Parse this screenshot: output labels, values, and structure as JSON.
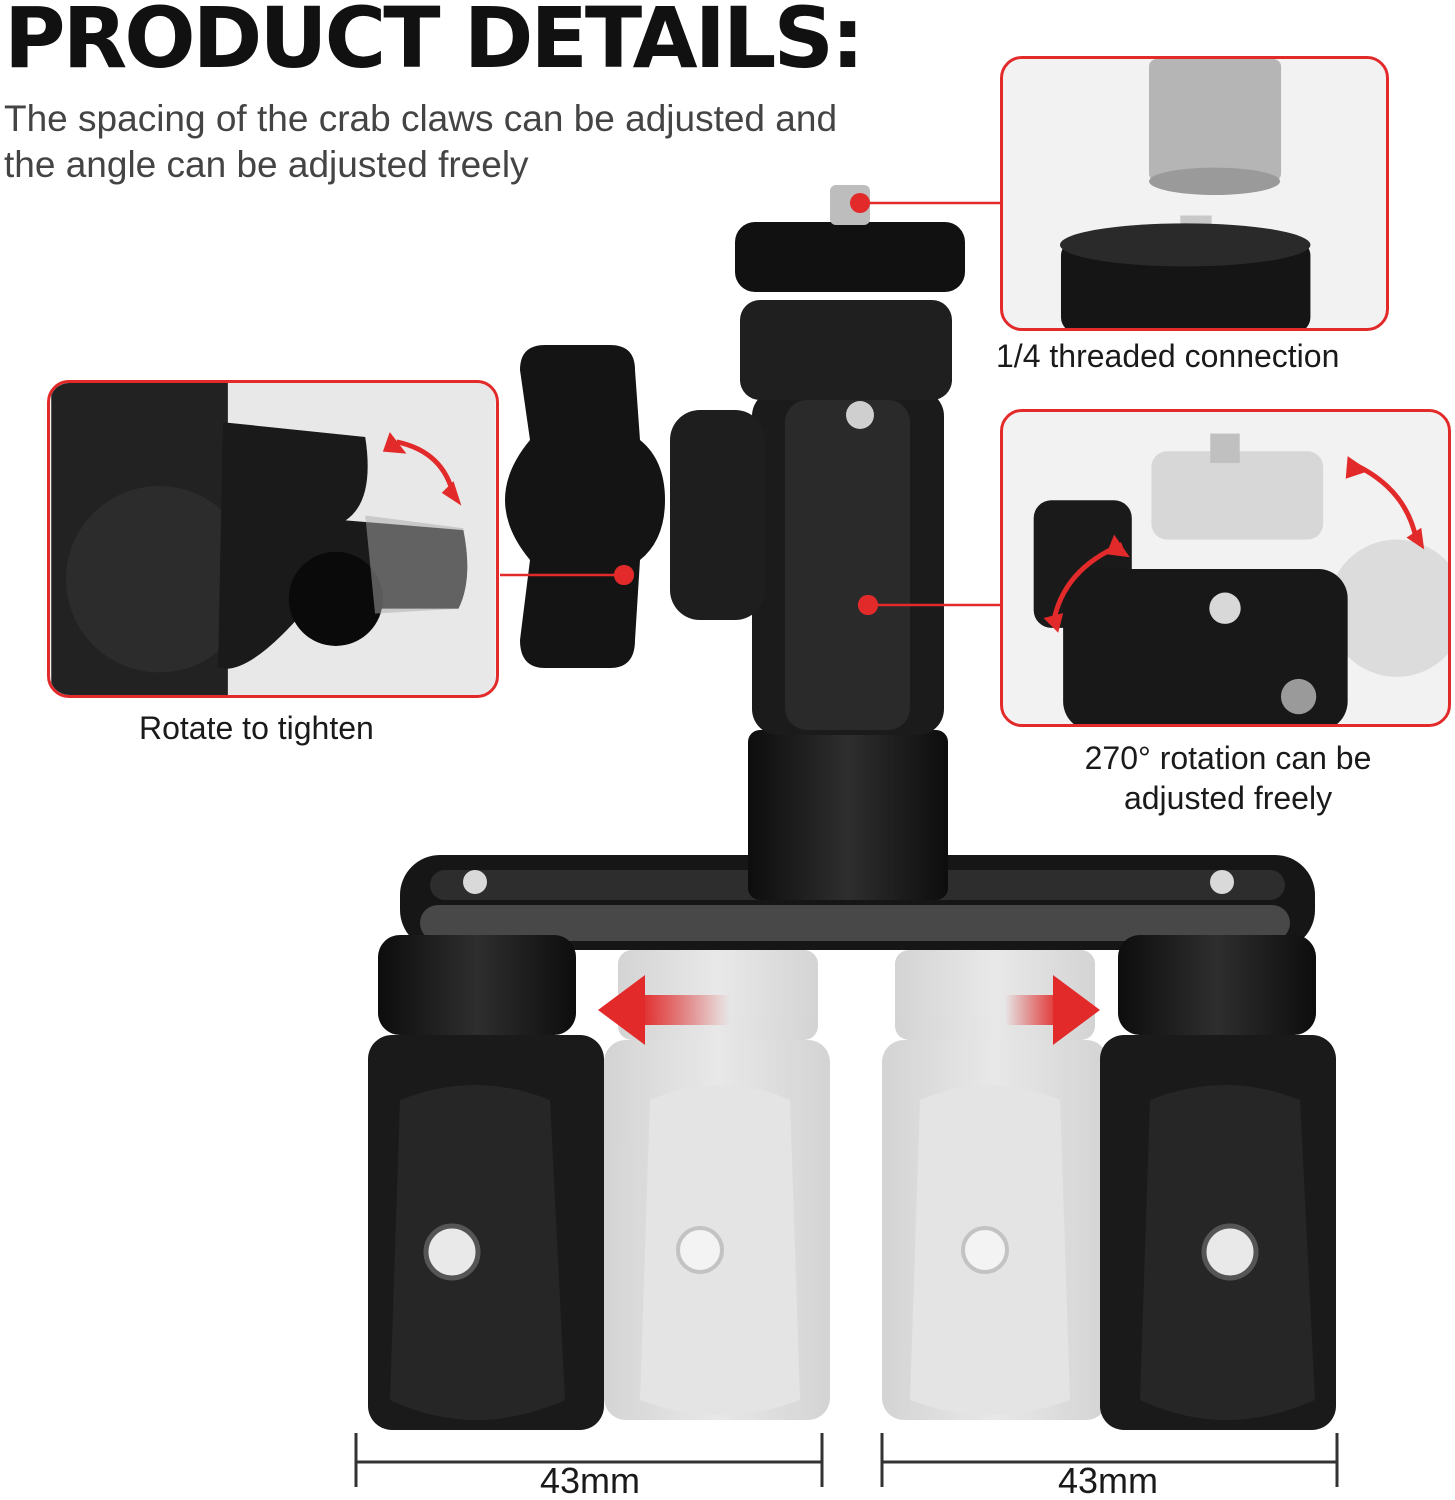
{
  "heading": {
    "title": "PRODUCT DETAILS:",
    "subtitle": "The spacing of the crab claws can be adjusted and the angle can be adjusted freely"
  },
  "callouts": {
    "thread": {
      "caption": "1/4 threaded connection"
    },
    "knob": {
      "caption": "Rotate to tighten"
    },
    "rotation": {
      "caption_line1": "270°  rotation can be",
      "caption_line2": "adjusted freely"
    }
  },
  "dimensions": {
    "left": "43mm",
    "right": "43mm"
  },
  "colors": {
    "accent": "#e32a2a",
    "product": "#1c1c1c",
    "ghost": "#d4d4d4"
  },
  "icons": [
    "arrow-left-icon",
    "arrow-right-icon",
    "rotate-arrow-icon"
  ]
}
